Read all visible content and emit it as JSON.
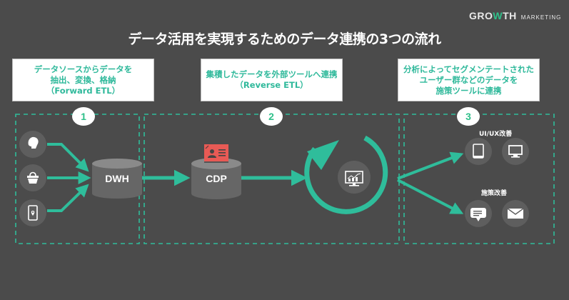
{
  "brand": {
    "logo_main_pre": "GRO",
    "logo_main_accent": "W",
    "logo_main_post": "TH",
    "logo_sub": "MARKETING"
  },
  "title": "データ活用を実現するためのデータ連携の3つの流れ",
  "steps": [
    {
      "number": "1",
      "description_lines": [
        "データソースからデータを",
        "抽出、変換、格納",
        "（Forward ETL）"
      ]
    },
    {
      "number": "2",
      "description_lines": [
        "集積したデータを外部ツールへ連携",
        "（Reverse ETL）"
      ]
    },
    {
      "number": "3",
      "description_lines": [
        "分析によってセグメンテートされた",
        "ユーザー群などのデータを",
        "施策ツールに連携"
      ]
    }
  ],
  "nodes": {
    "dwh": "DWH",
    "cdp": "CDP"
  },
  "sources": [
    "person-icon",
    "shopping-bag-icon",
    "smartphone-location-icon"
  ],
  "outputs": {
    "uiux_label": "UI/UX改善",
    "uiux_icons": [
      "tablet-icon",
      "monitor-icon"
    ],
    "campaign_label": "施策改善",
    "campaign_icons": [
      "chat-bubble-icon",
      "mail-icon"
    ]
  },
  "colors": {
    "background": "#4b4b4b",
    "accent": "#2fbd9b",
    "badge_text": "#2fc08a",
    "cylinder": "#666666",
    "cylinder_top": "#8a8a8a",
    "icon_circle": "#5e5e5e",
    "id_card": "#e85a55"
  }
}
